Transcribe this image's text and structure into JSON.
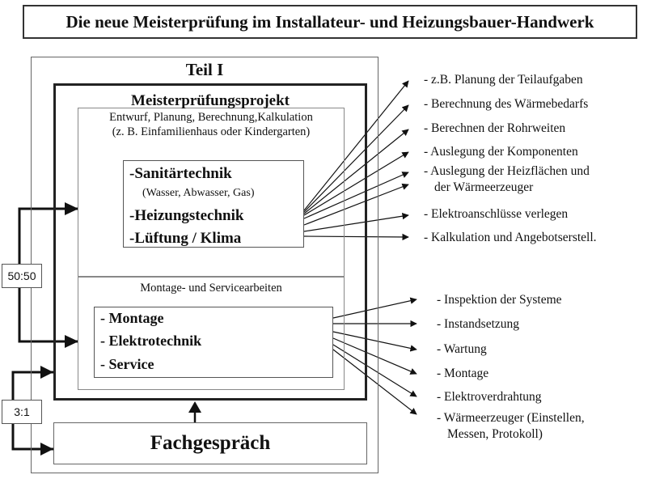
{
  "title": "Die neue Meisterprüfung im Installateur- und Heizungsbauer-Handwerk",
  "teil": "Teil I",
  "projekt": {
    "title": "Meisterprüfungsprojekt",
    "subtitle_line1": "Entwurf, Planung, Berechnung,Kalkulation",
    "subtitle_line2": "(z. B. Einfamilienhaus oder Kindergarten)",
    "items": [
      "-Sanitärtechnik",
      "(Wasser, Abwasser, Gas)",
      "-Heizungstechnik",
      "-Lüftung / Klima"
    ]
  },
  "montage": {
    "title": "Montage- und Servicearbeiten",
    "items": [
      "- Montage",
      "- Elektrotechnik",
      "- Service"
    ]
  },
  "fachgespraech": "Fachgespräch",
  "ratios": {
    "top": "50:50",
    "bottom": "3:1"
  },
  "projekt_outputs": [
    "- z.B. Planung der Teilaufgaben",
    "- Berechnung des Wärmebedarfs",
    "- Berechnen der Rohrweiten",
    "- Auslegung der Komponenten",
    "- Auslegung der Heizflächen und",
    "der Wärmeerzeuger",
    "- Elektroanschlüsse verlegen",
    "- Kalkulation und Angebotserstell."
  ],
  "montage_outputs": [
    "- Inspektion der Systeme",
    "- Instandsetzung",
    "- Wartung",
    "- Montage",
    "- Elektroverdrahtung",
    "- Wärmeerzeuger (Einstellen,",
    "Messen, Protokoll)"
  ]
}
